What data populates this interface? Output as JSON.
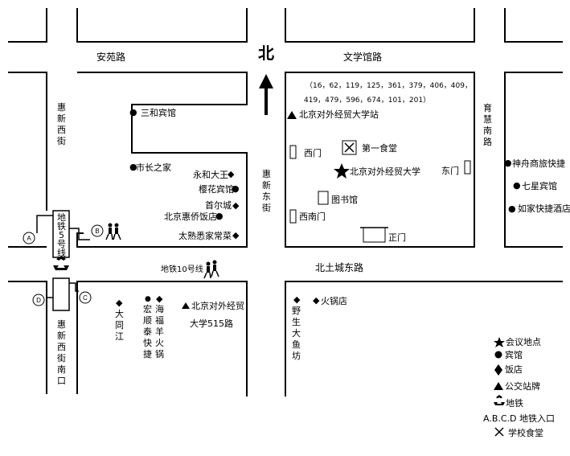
{
  "north": "北",
  "roads": {
    "anyuan": "安苑路",
    "wenxueguan": "文学馆路",
    "huixin_west": "惠新西街",
    "huixin_east": "惠新东街",
    "yuhui_south": "育慧南路",
    "beituchengdong": "北土城东路",
    "line5": "地铁5号线",
    "line10": "地铁10号线",
    "huixin_west_south_exit": "惠新西街南口"
  },
  "bus_routes": [
    "（16，62，119，125，361，379，406，409，",
    "419，479，596，674，101，201）"
  ],
  "places": {
    "bus_stop_uibe": "北京对外经贸大学站",
    "west_gate": "西门",
    "canteen1": "第一食堂",
    "uibe": "北京对外经贸大学",
    "east_gate": "东门",
    "library": "图书馆",
    "southwest_gate": "西南门",
    "main_gate": "正门",
    "sanhe_hotel": "三和宾馆",
    "mayors_home": "市长之家",
    "yonghe": "永和大王",
    "sakura_hotel": "樱花宾馆",
    "seoul_city": "首尔城",
    "huiqiao_hotel": "北京惠侨饭店",
    "taishu": "太熟悉家常菜",
    "shenzhou": "神舟商旅快捷",
    "qixing": "七星宾馆",
    "rujia": "如家快捷酒店",
    "datongjiang": "大同江",
    "hongshuntai": "宏顺泰快捷",
    "haifuyang": "海福羊火锅",
    "bus515": "北京对外经贸",
    "bus515_2": "大学515路",
    "wild_fish": "野生大鱼坊",
    "hotpot": "火锅店"
  },
  "entrances": {
    "a": "A",
    "b": "B",
    "c": "C",
    "d": "D"
  },
  "legend": {
    "meeting": "会议地点",
    "hotel": "宾馆",
    "restaurant": "饭店",
    "bus_sign": "公交站牌",
    "subway": "地铁",
    "subway_entrance": "A.B.C.D 地铁入口",
    "canteen": "学校食堂"
  }
}
